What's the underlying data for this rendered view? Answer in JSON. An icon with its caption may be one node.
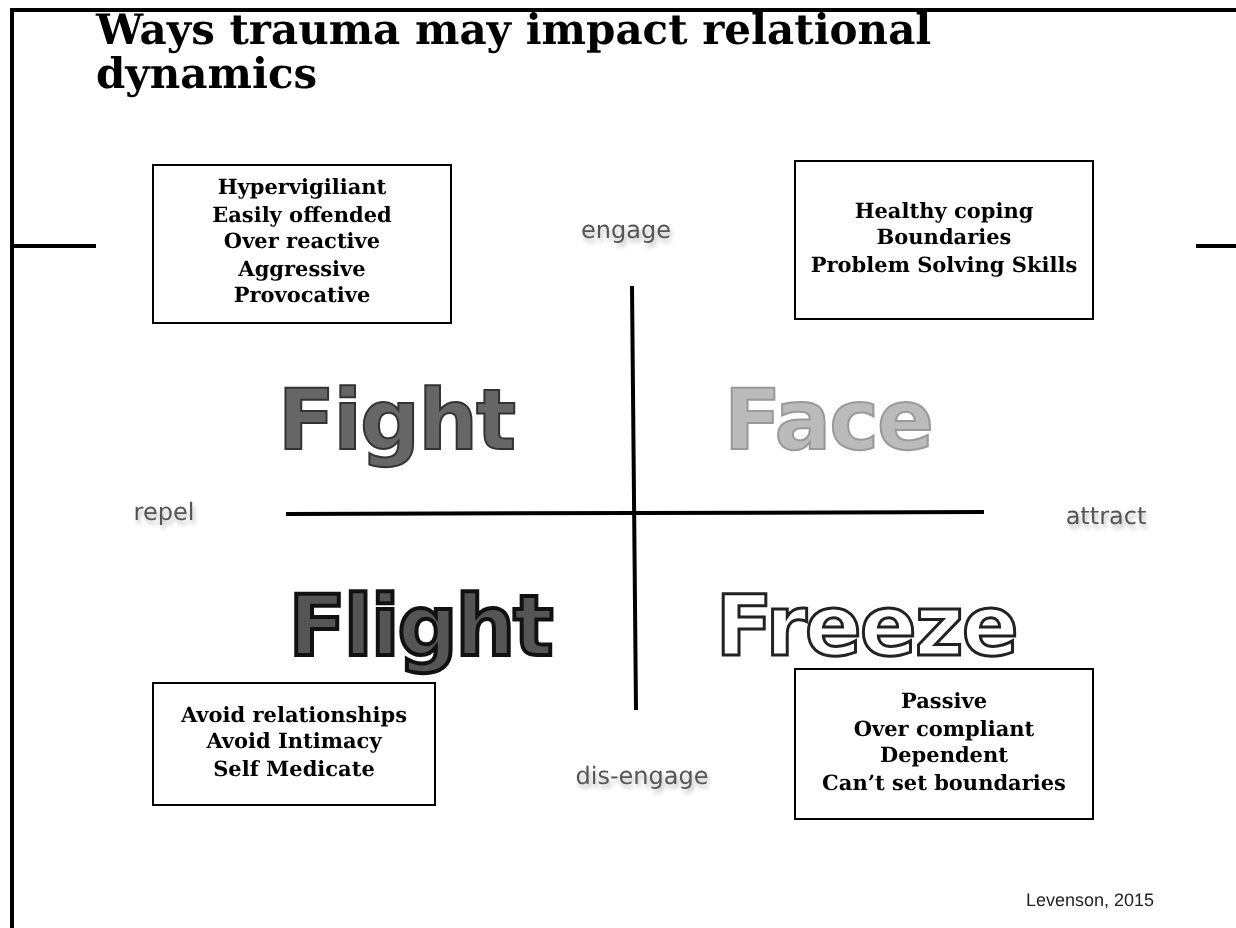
{
  "diagram": {
    "title": "Ways trauma may impact relational dynamics",
    "nodes": [
      {
        "text": [
          "Hypervigiliant",
          "Easily offended",
          "Over reactive",
          "Aggressive",
          "Provocative"
        ]
      },
      {
        "text": [
          "Healthy coping",
          "Boundaries",
          "Problem Solving Skills"
        ]
      },
      {
        "text": [
          "Avoid relationships",
          "Avoid Intimacy",
          "Self Medicate"
        ]
      },
      {
        "text": [
          "Passive",
          "Over compliant",
          "Dependent",
          "Can’t set boundaries"
        ]
      }
    ],
    "edges": [],
    "labels": [
      "engage",
      "Fight",
      "Face",
      "repel",
      "attract",
      "Flight",
      "Freeze",
      "dis-engage",
      "Levenson, 2015"
    ]
  }
}
